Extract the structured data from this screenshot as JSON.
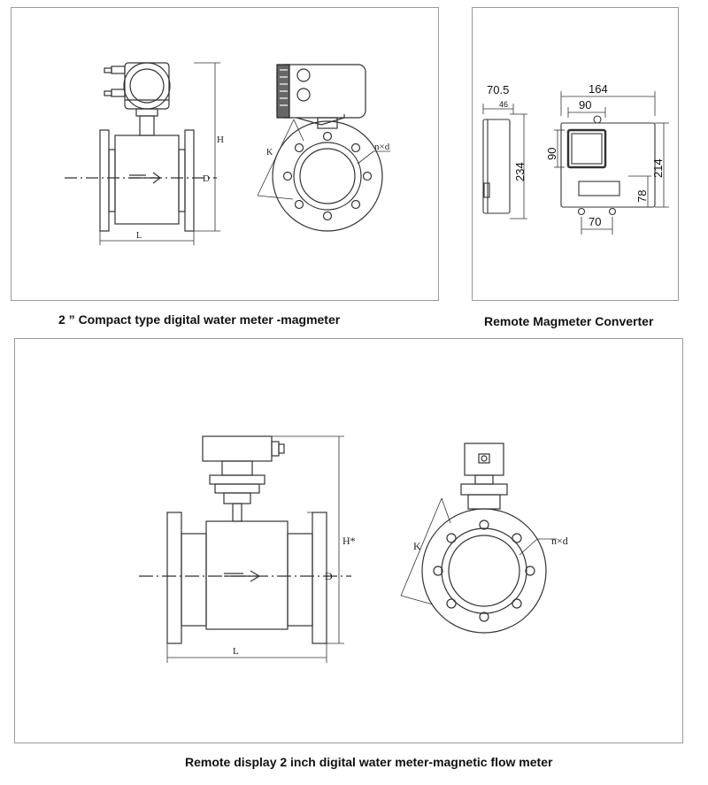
{
  "captions": {
    "compact": "2 ” Compact type digital water meter -magmeter",
    "converter": "Remote Magmeter Converter",
    "remote": "Remote display 2 inch digital water meter-magnetic flow meter"
  },
  "compact_labels": {
    "height": "H",
    "diameter": "D",
    "length": "L",
    "bolt_circle": "K",
    "holes": "n×d"
  },
  "converter_dims": {
    "depth": "70.5",
    "depth_inner": "46",
    "width": "164",
    "window_width": "90",
    "window_height": "90",
    "height": "234",
    "height_body": "214",
    "bottom_offset": "78",
    "mount_spacing": "70"
  },
  "remote_labels": {
    "height": "H*",
    "diameter": "D",
    "length": "L",
    "bolt_circle": "K",
    "holes": "n×d"
  }
}
